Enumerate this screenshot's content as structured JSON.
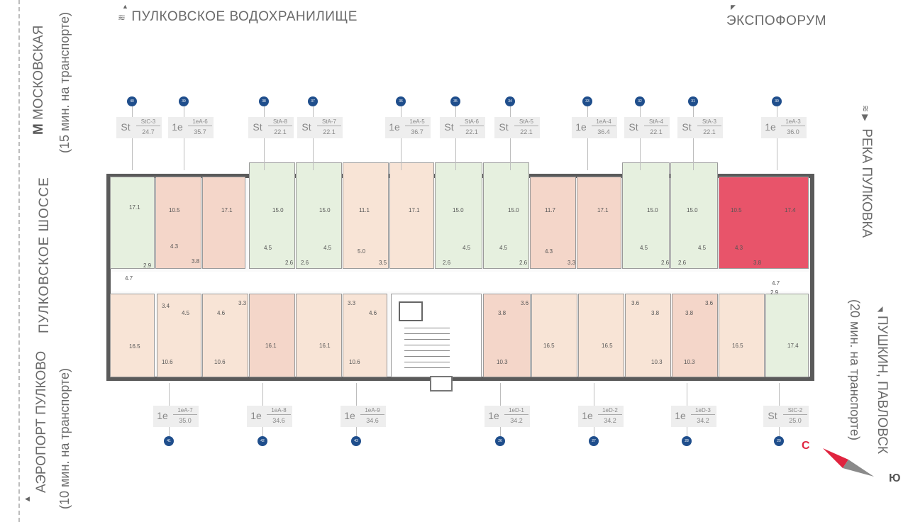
{
  "top_labels": {
    "reservoir": "ПУЛКОВСКОЕ ВОДОХРАНИЛИЩЕ",
    "expoforum": "ЭКСПОФОРУМ"
  },
  "left_labels": {
    "metro_name": "МОСКОВСКАЯ",
    "metro_time": "(15 мин. на транспорте)",
    "highway": "ПУЛКОВСКОЕ ШОССЕ",
    "airport_name": "АЭРОПОРТ ПУЛКОВО",
    "airport_time": "(10 мин. на транспорте)"
  },
  "right_labels": {
    "river": "РЕКА ПУЛКОВКА",
    "towns": "ПУШКИН, ПАВЛОВСК",
    "towns_time": "(20 мин. на транспорте)"
  },
  "compass": {
    "north": "С",
    "south": "Ю",
    "north_color": "#e0243f",
    "south_color": "#8a8a8a"
  },
  "colors": {
    "studio": "#e6f0df",
    "one_bed": "#f4d6c9",
    "one_bed_light": "#f8e4d6",
    "selected": "#e8546a",
    "wall": "#5a5a5a",
    "marker": "#1f4e8c"
  },
  "top_units": [
    {
      "num": "40",
      "type": "St",
      "code": "StC-3",
      "area": "24.7"
    },
    {
      "num": "39",
      "type": "1e",
      "code": "1eA-6",
      "area": "35.7"
    },
    {
      "num": "38",
      "type": "St",
      "code": "StA-8",
      "area": "22.1"
    },
    {
      "num": "37",
      "type": "St",
      "code": "StA-7",
      "area": "22.1"
    },
    {
      "num": "36",
      "type": "1e",
      "code": "1eA-5",
      "area": "36.7"
    },
    {
      "num": "35",
      "type": "St",
      "code": "StA-6",
      "area": "22.1"
    },
    {
      "num": "34",
      "type": "St",
      "code": "StA-5",
      "area": "22.1"
    },
    {
      "num": "33",
      "type": "1e",
      "code": "1eA-4",
      "area": "36.4"
    },
    {
      "num": "32",
      "type": "St",
      "code": "StA-4",
      "area": "22.1"
    },
    {
      "num": "31",
      "type": "St",
      "code": "StA-3",
      "area": "22.1"
    },
    {
      "num": "30",
      "type": "1e",
      "code": "1eA-3",
      "area": "36.0"
    }
  ],
  "bottom_units": [
    {
      "num": "41",
      "type": "1e",
      "code": "1eA-7",
      "area": "35.0"
    },
    {
      "num": "42",
      "type": "1e",
      "code": "1eA-8",
      "area": "34.6"
    },
    {
      "num": "43",
      "type": "1e",
      "code": "1eA-9",
      "area": "34.6"
    },
    {
      "num": "26",
      "type": "1e",
      "code": "1eD-1",
      "area": "34.2"
    },
    {
      "num": "27",
      "type": "1e",
      "code": "1eD-2",
      "area": "34.2"
    },
    {
      "num": "28",
      "type": "1e",
      "code": "1eD-3",
      "area": "34.2"
    },
    {
      "num": "29",
      "type": "St",
      "code": "StC-2",
      "area": "25.0"
    }
  ],
  "room_areas": [
    "17.1",
    "2.9",
    "4.7",
    "10.5",
    "4.3",
    "3.8",
    "17.1",
    "15.0",
    "4.5",
    "2.6",
    "15.0",
    "4.5",
    "2.6",
    "11.1",
    "5.0",
    "3.5",
    "17.1",
    "15.0",
    "4.5",
    "2.6",
    "15.0",
    "4.5",
    "2.6",
    "11.7",
    "4.3",
    "3.3",
    "17.1",
    "15.0",
    "4.5",
    "2.6",
    "15.0",
    "4.5",
    "2.6",
    "10.5",
    "17.4",
    "4.3",
    "3.8",
    "4.7",
    "2.9",
    "17.4",
    "16.5",
    "3.4",
    "10.6",
    "4.5",
    "4.6",
    "10.6",
    "3.3",
    "16.1",
    "16.1",
    "3.3",
    "10.6",
    "4.6",
    "3.8",
    "3.6",
    "10.3",
    "16.5",
    "16.5",
    "3.6",
    "3.8",
    "10.3",
    "3.8",
    "3.6",
    "10.3",
    "16.5"
  ]
}
